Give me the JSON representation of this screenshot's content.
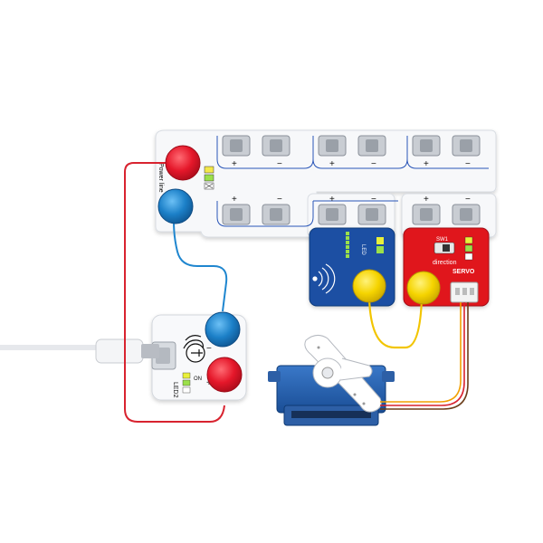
{
  "board": {
    "plus_symbol": "+",
    "minus_symbol": "−",
    "power_line_label": "Power line"
  },
  "battery_module": {
    "led_label": "LED2",
    "on_label": "ON",
    "plus_symbol": "+",
    "minus_symbol": "−"
  },
  "sensor_module": {
    "led_label": "LED"
  },
  "servo_module": {
    "sw_label": "SW1",
    "direction_label": "direction",
    "servo_label": "SERVO"
  },
  "colors": {
    "red_clip": "#e5172a",
    "blue_clip": "#1c80c8",
    "yellow_clip": "#f5d400",
    "sensor_board": "#1a4fa3",
    "servo_board": "#e0141f",
    "wire_red": "#d8232f",
    "wire_blue": "#1f86cf",
    "wire_yellow": "#f2c500",
    "wire_orange": "#f08a00",
    "wire_brown": "#6b3d1a"
  }
}
